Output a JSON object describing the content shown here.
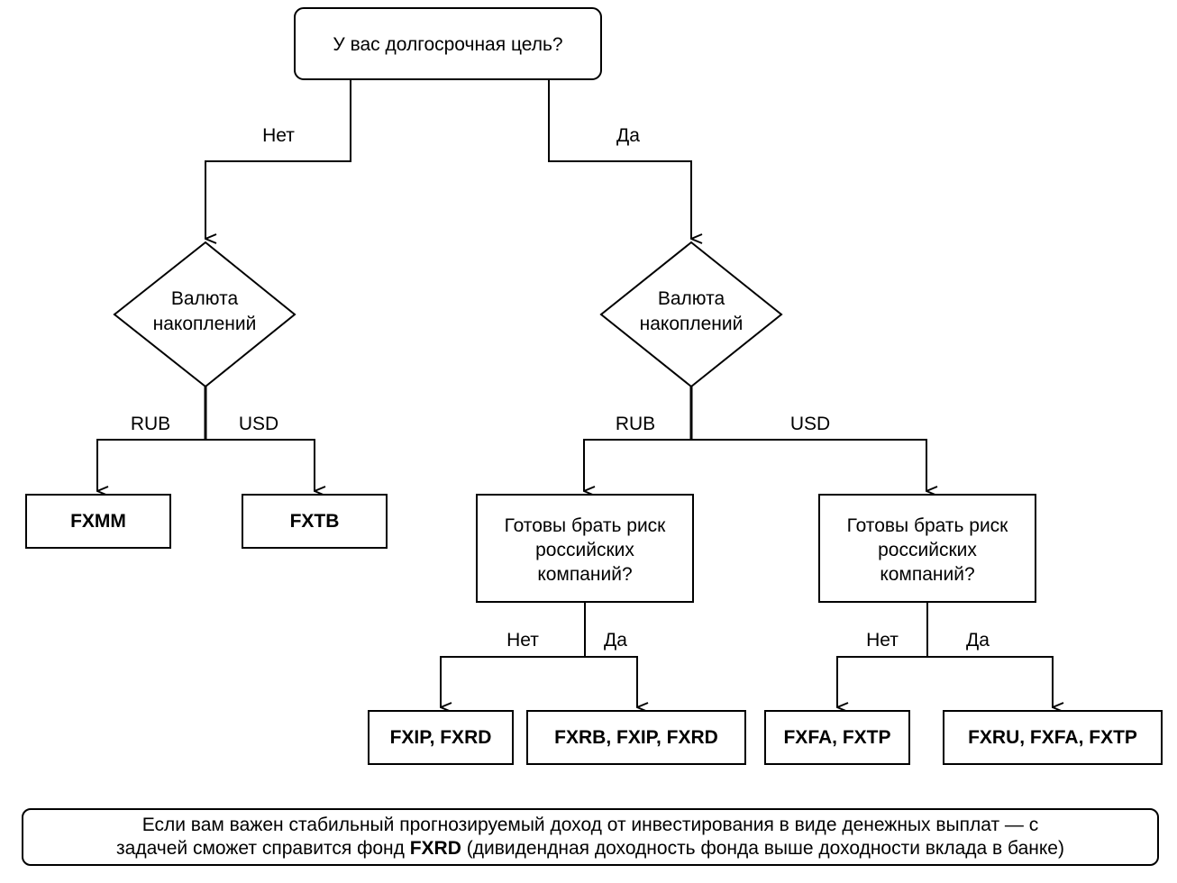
{
  "root": {
    "question": "У вас долгосрочная цель?"
  },
  "branch_no": {
    "label": "Нет",
    "question_line1": "Валюта",
    "question_line2": "накоплений",
    "rub_label": "RUB",
    "usd_label": "USD",
    "rub_result": "FXMM",
    "usd_result": "FXTB"
  },
  "branch_yes": {
    "label": "Да",
    "question_line1": "Валюта",
    "question_line2": "накоплений",
    "rub_label": "RUB",
    "usd_label": "USD",
    "rub": {
      "question_line1": "Готовы брать риск",
      "question_line2": "российских",
      "question_line3": "компаний?",
      "no_label": "Нет",
      "yes_label": "Да",
      "no_result": "FXIP, FXRD",
      "yes_result": "FXRB, FXIP, FXRD"
    },
    "usd": {
      "question_line1": "Готовы брать риск",
      "question_line2": "российских",
      "question_line3": "компаний?",
      "no_label": "Нет",
      "yes_label": "Да",
      "no_result": "FXFA, FXTP",
      "yes_result": "FXRU, FXFA, FXTP"
    }
  },
  "note": {
    "line1": "Если вам важен стабильный прогнозируемый доход от инвестирования в виде денежных выплат — с",
    "line2_before": "задачей сможет справится фонд ",
    "line2_bold": "FXRD",
    "line2_after": " (дивидендная доходность фонда выше доходности вклада в банке)"
  }
}
